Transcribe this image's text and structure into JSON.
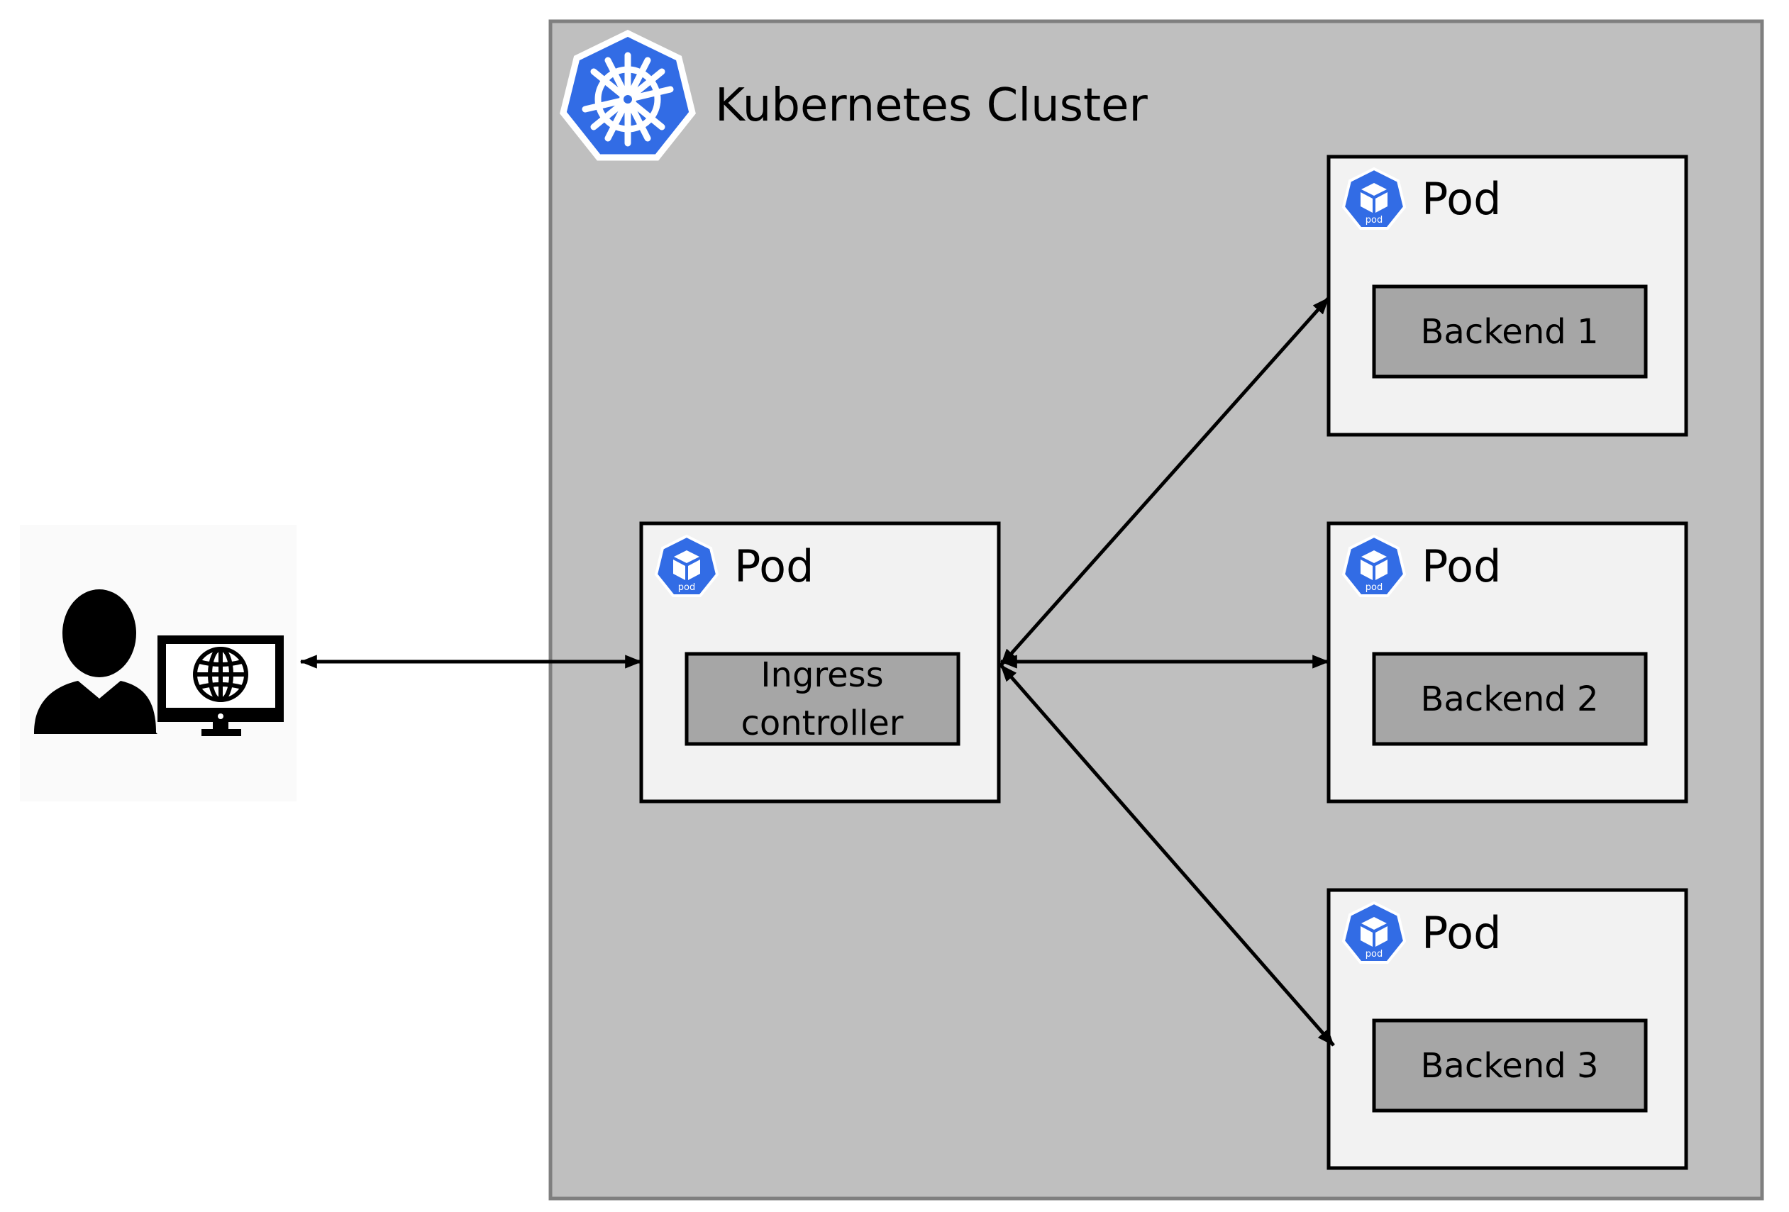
{
  "cluster": {
    "title": "Kubernetes Cluster"
  },
  "pods": [
    {
      "label": "Pod",
      "inner": [
        "Ingress",
        "controller"
      ]
    },
    {
      "label": "Pod",
      "inner": [
        "Backend 1"
      ]
    },
    {
      "label": "Pod",
      "inner": [
        "Backend 2"
      ]
    },
    {
      "label": "Pod",
      "inner": [
        "Backend 3"
      ]
    }
  ],
  "pod_icon_text": "pod",
  "colors": {
    "cluster_fill": "#bfbfbf",
    "cluster_border": "#7f7f7f",
    "pod_fill": "#f2f2f2",
    "inner_fill": "#a6a6a6",
    "k8s_blue": "#326ce5"
  },
  "icons": {
    "cluster": "kubernetes-helm-icon",
    "pod": "pod-cube-icon",
    "user": "user-with-globe-monitor-icon"
  }
}
